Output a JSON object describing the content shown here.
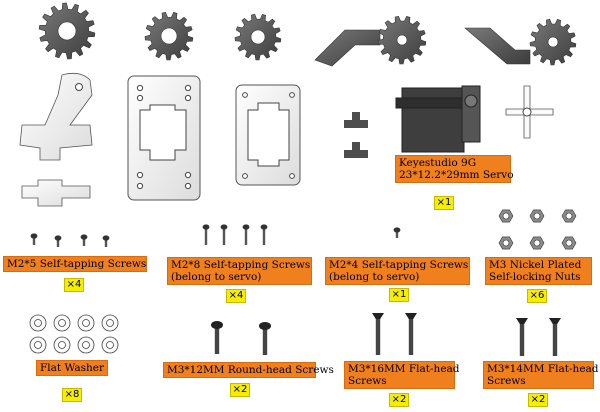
{
  "labels": {
    "servo": [
      "Keyestudio 9G",
      "23*12.2*29mm Servo"
    ],
    "m2x5": [
      "M2*5 Self-tapping Screws"
    ],
    "m2x8": [
      "M2*8 Self-tapping Screws",
      "(belong to servo)"
    ],
    "m2x4": [
      "M2*4 Self-tapping Screws",
      "(belong to servo)"
    ],
    "m3nut": [
      "M3 Nickel Plated",
      "Self-locking Nuts"
    ],
    "washer": [
      "Flat Washer"
    ],
    "m3x12": [
      "M3*12MM Round-head Screws"
    ],
    "m3x16": [
      "M3*16MM Flat-head",
      "Screws"
    ],
    "m3x14": [
      "M3*14MM Flat-head",
      "Screws"
    ]
  },
  "quantities": {
    "servo": "×1",
    "m2x5": "×4",
    "m2x8": "×4",
    "m2x4": "×1",
    "m3nut": "×6",
    "washer": "×8",
    "m3x12": "×2",
    "m3x16": "×2",
    "m3x14": "×2"
  },
  "colors": {
    "label_bg": "#f07f1e",
    "qty_bg": "#f5ee00",
    "part_dark": "#4d4d4d",
    "part_light": "#f2f2f2",
    "outline": "#555555"
  }
}
